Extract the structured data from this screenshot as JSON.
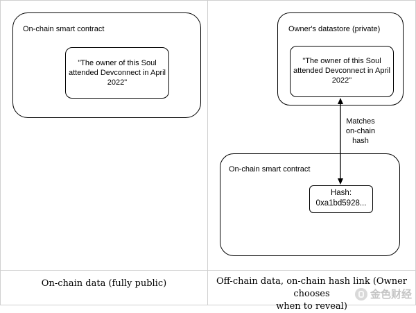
{
  "left": {
    "container_label": "On-chain smart contract",
    "quote_lines": [
      "\"The owner of this Soul",
      "attended Devconnect in April",
      "2022\""
    ],
    "caption": "On-chain data (fully public)"
  },
  "right": {
    "datastore_label": "Owner's datastore (private)",
    "quote_lines": [
      "\"The owner of this Soul",
      "attended Devconnect in April",
      "2022\""
    ],
    "arrow_label_lines": [
      "Matches",
      "on-chain",
      "hash"
    ],
    "container_label": "On-chain smart contract",
    "hash_lines": [
      "Hash:",
      "0xa1bd5928..."
    ],
    "caption_lines": [
      "Off-chain data, on-chain hash link (Owner chooses",
      "when to reveal)"
    ]
  },
  "watermark": {
    "text": "金色财经",
    "icon": "jinse-logo-icon"
  }
}
